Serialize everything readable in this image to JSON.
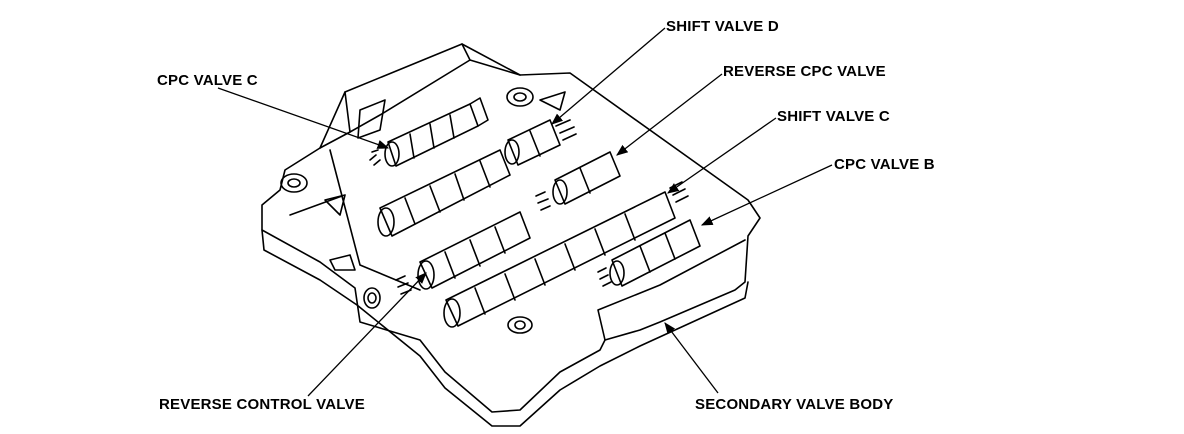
{
  "diagram": {
    "labels": {
      "shift_valve_d": "SHIFT VALVE D",
      "cpc_valve_c": "CPC VALVE C",
      "reverse_cpc_valve": "REVERSE CPC VALVE",
      "shift_valve_c": "SHIFT VALVE C",
      "cpc_valve_b": "CPC VALVE B",
      "reverse_control_valve": "REVERSE CONTROL VALVE",
      "secondary_valve_body": "SECONDARY VALVE BODY"
    },
    "colors": {
      "ink": "#000000",
      "paper": "#ffffff"
    }
  }
}
